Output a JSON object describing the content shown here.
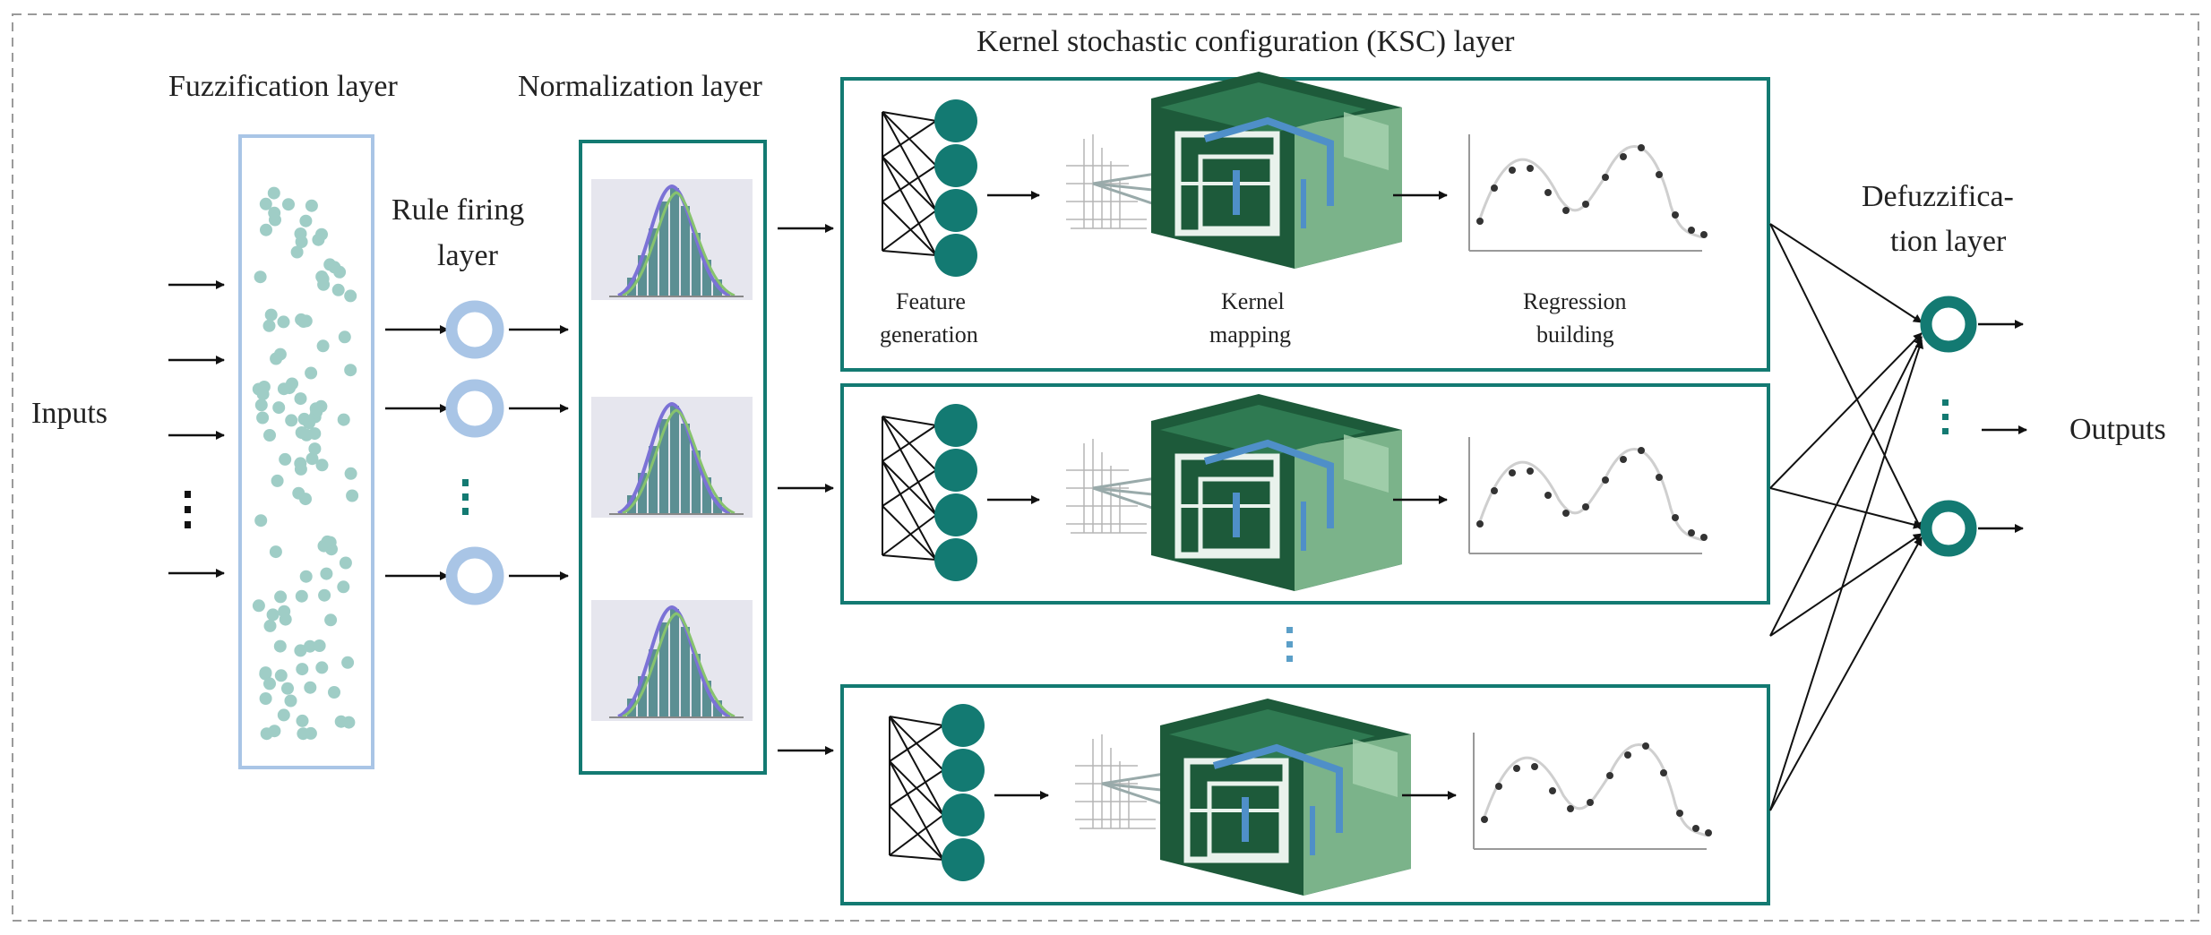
{
  "labels": {
    "inputs": "Inputs",
    "outputs": "Outputs",
    "fuzzification": "Fuzzification layer",
    "normalization": "Normalization layer",
    "rule_firing_1": "Rule firing",
    "rule_firing_2": "layer",
    "ksc": "Kernel stochastic configuration (KSC) layer",
    "defuzz_1": "Defuzzifica-",
    "defuzz_2": "tion layer",
    "feature_1": "Feature",
    "feature_2": "generation",
    "kernel_1": "Kernel",
    "kernel_2": "mapping",
    "regression_1": "Regression",
    "regression_2": "building"
  },
  "colors": {
    "teal": "#137a72",
    "light_blue": "#a9c5e6",
    "dot_teal": "#9fcdc6",
    "hist_bg": "#e6e6ee",
    "hist_bar": "#5b8f93",
    "hist_curve": "#7b72d6",
    "hist_green": "#87c36e",
    "cube_dark": "#1d5a3a",
    "cube_light": "#7bb38a",
    "dashed_border": "#9a9a9a"
  },
  "icons": [
    "arrow-icon",
    "neuron-icon",
    "ring-neuron-icon",
    "histogram-icon",
    "kernel-cube-icon",
    "regression-plot-icon",
    "ellipsis-icon"
  ]
}
